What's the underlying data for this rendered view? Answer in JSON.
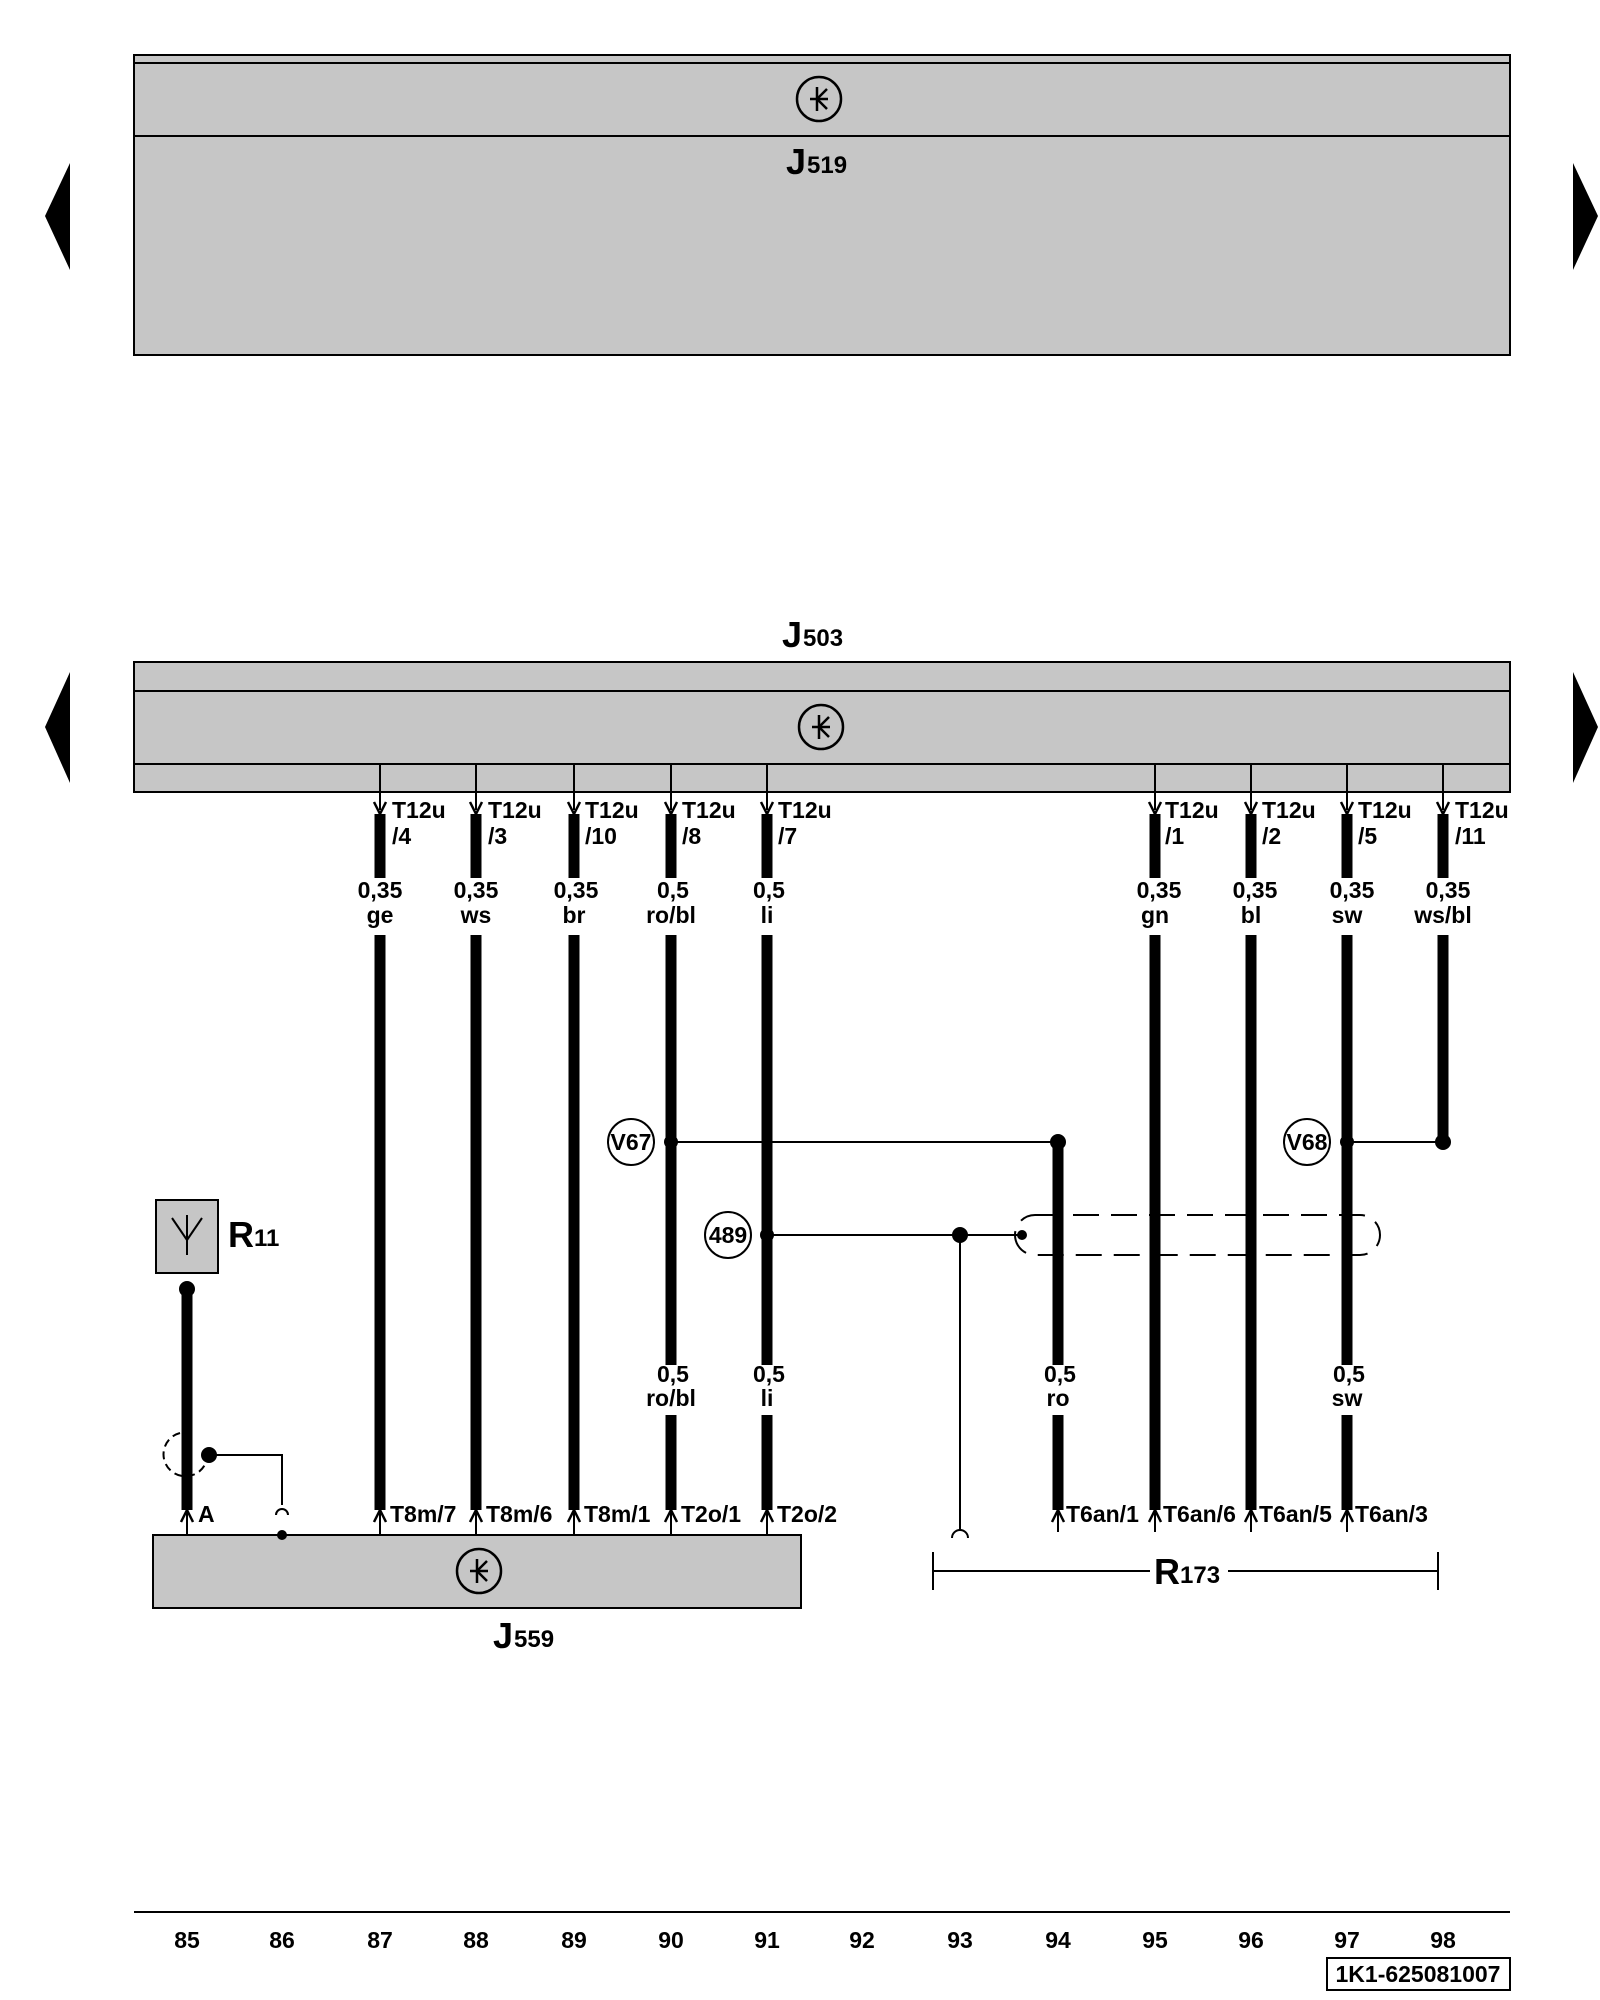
{
  "components": {
    "top_unit": {
      "letter": "J",
      "number": "519"
    },
    "mid_unit": {
      "letter": "J",
      "number": "503"
    },
    "bottom_unit": {
      "letter": "J",
      "number": "559"
    },
    "antenna": {
      "letter": "R",
      "number": "11"
    },
    "speaker_group": {
      "letter": "R",
      "number": "173"
    }
  },
  "top_connectors": [
    {
      "pin": "T12u",
      "num": "/4",
      "size": "0,35",
      "color": "ge"
    },
    {
      "pin": "T12u",
      "num": "/3",
      "size": "0,35",
      "color": "ws"
    },
    {
      "pin": "T12u",
      "num": "/10",
      "size": "0,35",
      "color": "br"
    },
    {
      "pin": "T12u",
      "num": "/8",
      "size": "0,5",
      "color": "ro/bl"
    },
    {
      "pin": "T12u",
      "num": "/7",
      "size": "0,5",
      "color": "li"
    },
    {
      "pin": "T12u",
      "num": "/1",
      "size": "0,35",
      "color": "gn"
    },
    {
      "pin": "T12u",
      "num": "/2",
      "size": "0,35",
      "color": "bl"
    },
    {
      "pin": "T12u",
      "num": "/5",
      "size": "0,35",
      "color": "sw"
    },
    {
      "pin": "T12u",
      "num": "/11",
      "size": "0,35",
      "color": "ws/bl"
    }
  ],
  "mid_wires": [
    {
      "size": "0,5",
      "color": "ro/bl"
    },
    {
      "size": "0,5",
      "color": "li"
    },
    {
      "size": "0,5",
      "color": "ro"
    },
    {
      "size": "0,5",
      "color": "sw"
    }
  ],
  "bottom_connectors": [
    "A",
    "T8m/7",
    "T8m/6",
    "T8m/1",
    "T2o/1",
    "T2o/2",
    "T6an/1",
    "T6an/6",
    "T6an/5",
    "T6an/3"
  ],
  "junctions": [
    "V67",
    "489",
    "V68"
  ],
  "columns": [
    "85",
    "86",
    "87",
    "88",
    "89",
    "90",
    "91",
    "92",
    "93",
    "94",
    "95",
    "96",
    "97",
    "98"
  ],
  "doc_number": "1K1-625081007"
}
